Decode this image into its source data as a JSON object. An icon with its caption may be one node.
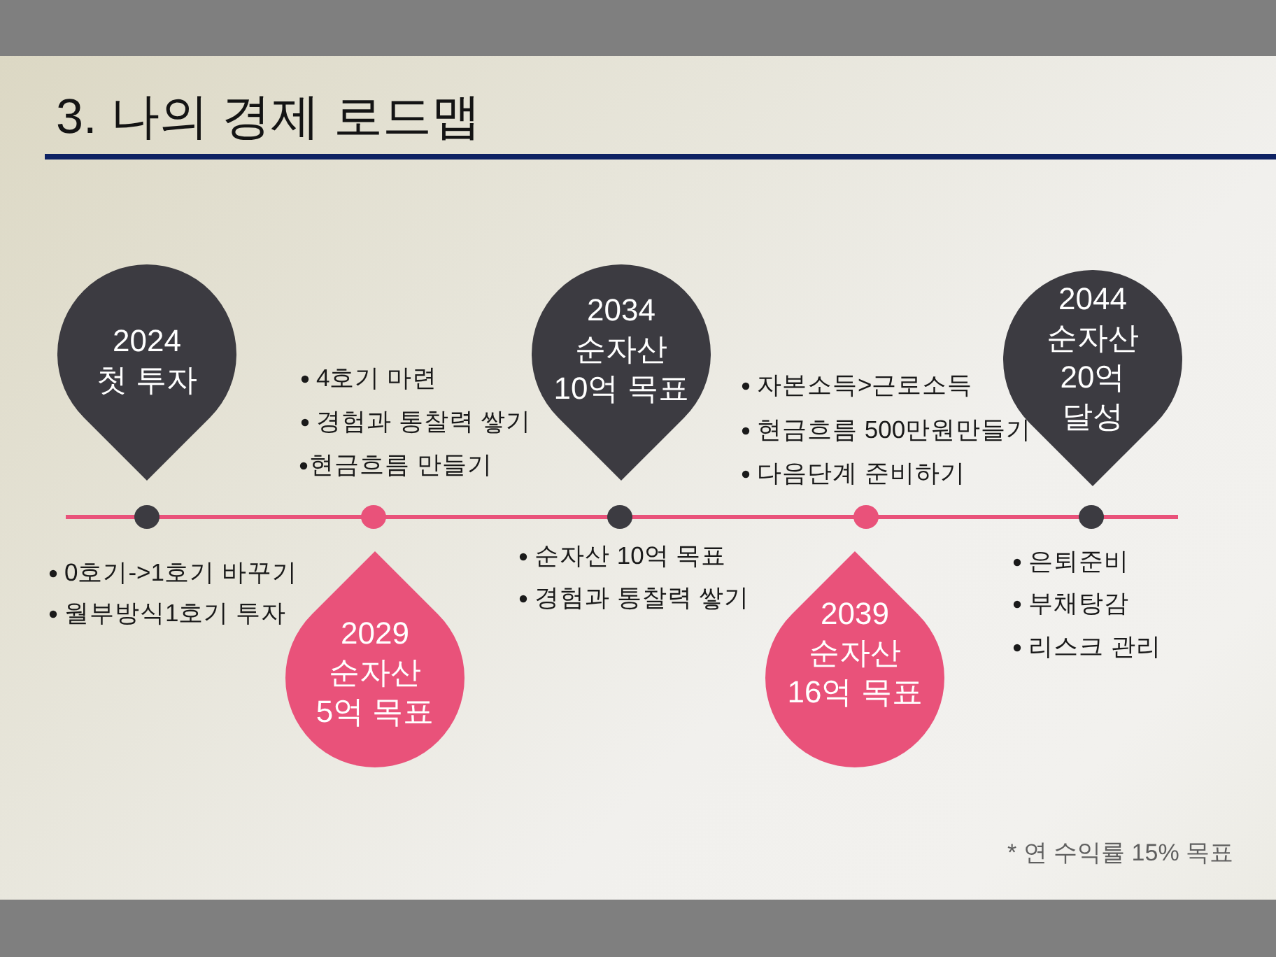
{
  "diagram": {
    "title": "3. 나의 경제 로드맵",
    "nodes": [
      {
        "text": [
          "2024",
          "첫 투자"
        ]
      },
      {
        "text": [
          "2029",
          "순자산 5억 목표"
        ]
      },
      {
        "text": [
          "2034",
          "순자산 10억 목표"
        ]
      },
      {
        "text": [
          "2039",
          "순자산 16억 목표"
        ]
      },
      {
        "text": [
          "2044",
          "순자산 20억 달성"
        ]
      }
    ],
    "labels": [
      "0호기->1호기 바꾸기",
      "월부방식1호기 투자",
      "4호기 마련",
      "경험과 통찰력 쌓기",
      "현금흐름 만들기",
      "순자산 10억 목표",
      "경험과 통찰력 쌓기",
      "자본소득>근로소득",
      "현금흐름 500만원만들기",
      "다음단계 준비하기",
      "은퇴준비",
      "부채탕감",
      "리스크 관리",
      "* 연 수익률 15% 목표"
    ]
  }
}
